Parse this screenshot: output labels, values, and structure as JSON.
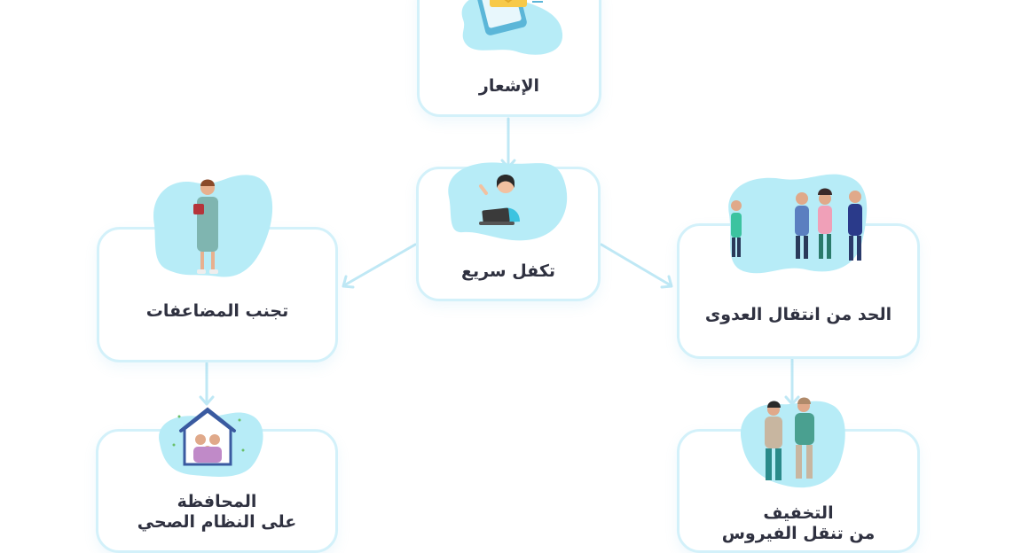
{
  "nodes": {
    "notification": {
      "label": "الإشعار"
    },
    "quick_care": {
      "label": "تكفل سريع"
    },
    "avoid_complications": {
      "label": "تجنب المضاعفات"
    },
    "limit_transmission": {
      "label": "الحد من انتقال العدوى"
    },
    "health_system": {
      "label_line1": "المحافظة",
      "label_line2": "على النظام الصحي"
    },
    "virus_mitigation": {
      "label_line1": "التخفيف",
      "label_line2": "من تنقل الفيروس"
    }
  },
  "colors": {
    "card_border": "#d3f1fa",
    "blob": "#b7ecf7",
    "arrow": "#bfe8f5",
    "text": "#2f3140"
  },
  "icons": {
    "notification": "phone-notification-icon",
    "quick_care": "support-agent-icon",
    "avoid_complications": "person-with-book-icon",
    "limit_transmission": "group-of-people-icon",
    "health_system": "family-house-icon",
    "virus_mitigation": "two-people-icon"
  }
}
